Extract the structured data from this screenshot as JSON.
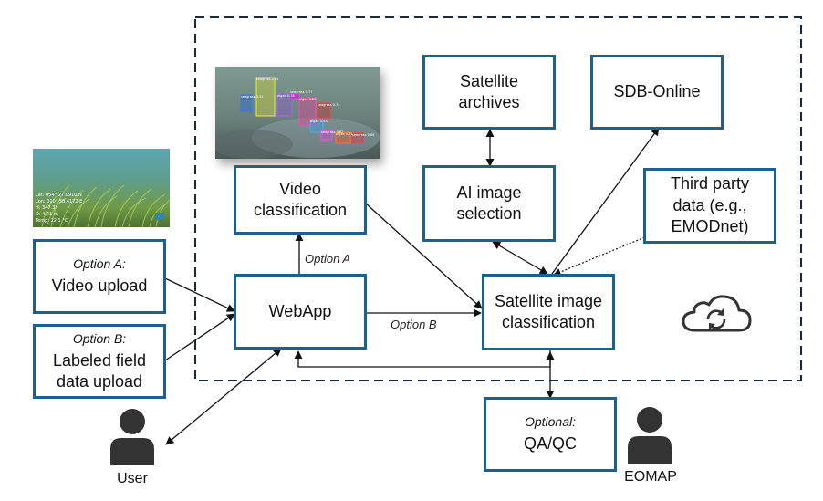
{
  "boxes": {
    "satellite_archives": {
      "line1": "Satellite",
      "line2": "archives"
    },
    "sdb_online": {
      "label": "SDB-Online"
    },
    "video_classification": {
      "line1": "Video",
      "line2": "classification"
    },
    "ai_image_selection": {
      "line1": "AI image",
      "line2": "selection"
    },
    "third_party": {
      "line1": "Third party",
      "line2": "data (e.g.,",
      "line3": "EMODnet)"
    },
    "option_a_box": {
      "option": "Option A:",
      "label": "Video upload"
    },
    "option_b_box": {
      "option": "Option B:",
      "line1": "Labeled field",
      "line2": "data upload"
    },
    "webapp": {
      "label": "WebApp"
    },
    "satellite_image_classification": {
      "line1": "Satellite image",
      "line2": "classification"
    },
    "qa_qc": {
      "option": "Optional:",
      "label": "QA/QC"
    }
  },
  "edge_labels": {
    "option_a": "Option A",
    "option_b": "Option B"
  },
  "actors": {
    "user": "User",
    "eomap": "EOMAP"
  },
  "seagrass_overlay": [
    "Lat: 054° 27.0910 N",
    "Lon: 010° 58.4172 E",
    "H: 347.3°",
    "D: 4.41 m",
    "Temp: 22.1 °C"
  ],
  "detection_tags": [
    "seagrass 0.84",
    "seagrass 0.91",
    "algae 0.76",
    "algae 0.88",
    "seagrass 0.79",
    "algae 0.93",
    "seagrass 0.82",
    "algae 0.71",
    "seagrass 0.86",
    "seagrass 0.77"
  ],
  "colors": {
    "box_border": "#1f5f8b",
    "icon": "#333333",
    "line": "#111111"
  }
}
